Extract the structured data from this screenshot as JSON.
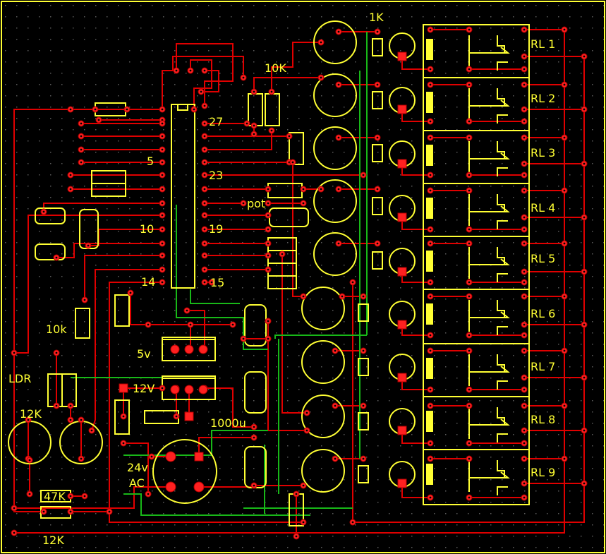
{
  "board": {
    "colors": {
      "background": "#000000",
      "silkscreen": "#ffff33",
      "track_red": "#e00000",
      "track_green": "#18b818",
      "pad": "#ff2020",
      "grid": "#5a5a5a"
    },
    "relays": [
      "RL1",
      "RL2",
      "RL3",
      "RL4",
      "RL5",
      "RL6",
      "RL7",
      "RL8",
      "RL9"
    ],
    "labels": {
      "r_1k": "1K",
      "r_10k_top": "10K",
      "pin_27": "27",
      "pin_5": "5",
      "pin_23": "23",
      "pot": "pot",
      "pin_10": "10",
      "pin_19": "19",
      "pin_14": "14",
      "pin_15": "15",
      "r_10k_left": "10k",
      "ldr": "LDR",
      "r_12k_top": "12K",
      "reg_5v": "5v",
      "reg_12v": "12V",
      "cap_1000u": "1000u",
      "supply_24v": "24v",
      "supply_ac": "AC",
      "r_47k": "47K",
      "r_12k_bottom": "12K"
    }
  }
}
